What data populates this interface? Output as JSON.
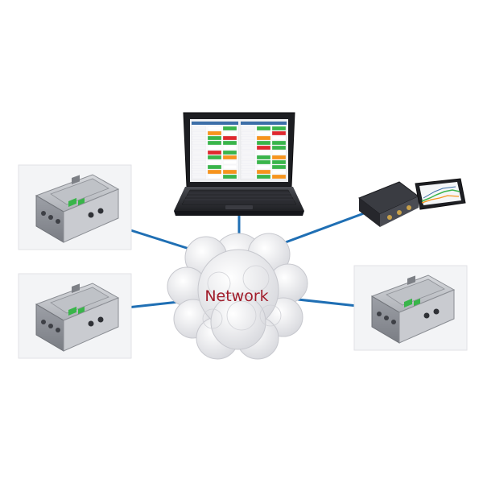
{
  "diagram": {
    "center_label": "Network",
    "nodes": [
      {
        "id": "laptop",
        "kind": "laptop-monitoring-station"
      },
      {
        "id": "device-left-top",
        "kind": "measurement-device"
      },
      {
        "id": "device-left-bottom",
        "kind": "measurement-device"
      },
      {
        "id": "device-right-bottom",
        "kind": "measurement-device"
      },
      {
        "id": "mobile-scope",
        "kind": "usb-oscilloscope-with-tablet"
      }
    ],
    "links": [
      {
        "from": "network",
        "to": "laptop"
      },
      {
        "from": "network",
        "to": "device-left-top"
      },
      {
        "from": "network",
        "to": "device-left-bottom"
      },
      {
        "from": "network",
        "to": "device-right-bottom"
      },
      {
        "from": "network",
        "to": "mobile-scope"
      }
    ],
    "colors": {
      "link": "#1f6fb4",
      "label": "#a11d2b",
      "cloud": "#e9e9ec",
      "device_body": "#b9bcc2",
      "screen_green": "#39b54a",
      "screen_orange": "#f7941d",
      "screen_red": "#e0282e"
    }
  }
}
